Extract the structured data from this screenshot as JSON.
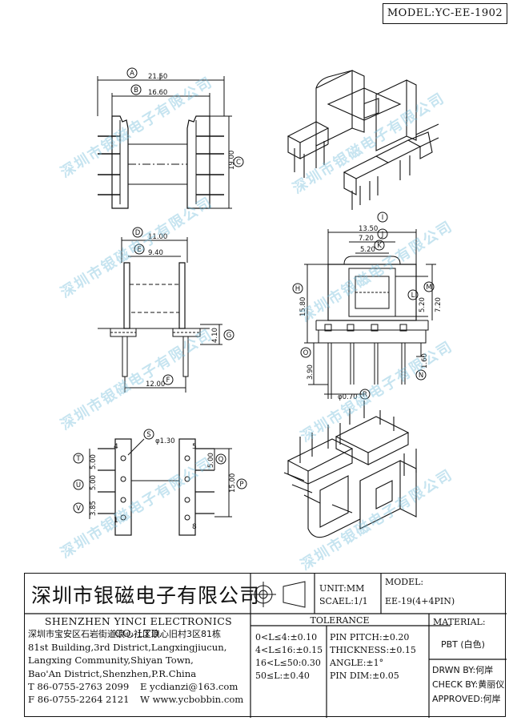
{
  "header": {
    "model_label": "MODEL:YC-EE-1902"
  },
  "watermark": {
    "text": "深圳市银磁电子有限公司"
  },
  "drawing": {
    "front_view": {
      "A": {
        "letter": "A",
        "value": "21.50"
      },
      "B": {
        "letter": "B",
        "value": "16.60"
      },
      "C": {
        "letter": "C",
        "value": "19.00"
      }
    },
    "side_view": {
      "D": {
        "letter": "D",
        "value": "11.00"
      },
      "E": {
        "letter": "E",
        "value": "9.40"
      },
      "F": {
        "letter": "F",
        "value": "12.00"
      },
      "G": {
        "letter": "G",
        "value": "4.10"
      }
    },
    "end_view": {
      "H": {
        "letter": "H",
        "value": "15.80"
      },
      "I": {
        "letter": "I",
        "value": "13.50"
      },
      "J": {
        "letter": "J",
        "value": "7.20"
      },
      "K": {
        "letter": "K",
        "value": "5.20"
      },
      "L": {
        "letter": "L",
        "value": "5.20"
      },
      "M": {
        "letter": "M",
        "value": "7.20"
      },
      "N": {
        "letter": "N",
        "value": "1.60"
      },
      "O": {
        "letter": "O",
        "value": "3.90"
      },
      "R": {
        "letter": "R",
        "value": "φ0.70"
      }
    },
    "bottom_view": {
      "S": {
        "letter": "S",
        "value": "φ1.30"
      },
      "T": {
        "letter": "T",
        "value": "5.00"
      },
      "U": {
        "letter": "U",
        "value": "5.00"
      },
      "V": {
        "letter": "V",
        "value": "3.85"
      },
      "Q": {
        "letter": "Q",
        "value": "5.00"
      },
      "P": {
        "letter": "P",
        "value": "15.00"
      },
      "pins": [
        "4",
        "1",
        "5",
        "8"
      ]
    }
  },
  "title_block": {
    "company_cn": "深圳市银磁电子有限公司",
    "company_en": "SHENZHEN YINCI ELECTRONICS CO.,LTD.",
    "address_cn": "深圳市宝安区石岩街道浪心社区浪心旧村3区81栋",
    "address_en_lines": [
      "81st Building,3rd District,Langxingjiucun,",
      "Langxing Community,Shiyan Town,",
      "Bao'An District,Shenzhen,P.R.China"
    ],
    "tel": "T 86-0755-2763 2099",
    "fax": "F 86-0755-2264 2121",
    "email": "E ycdianzi@163.com",
    "web": "W www.ycbobbin.com",
    "unit": "UNIT:MM",
    "scale": "SCAEL:1/1",
    "model_label": "MODEL:",
    "model_value": "EE-19(4+4PIN)",
    "tolerance_title": "TOLERANCE",
    "tolerance_rows": [
      [
        "0<L≤4:±0.10",
        "PIN PITCH:±0.20"
      ],
      [
        "4<L≤16:±0.15",
        "THICKNESS:±0.15"
      ],
      [
        "16<L≤50:0.30",
        "ANGLE:±1°"
      ],
      [
        "50≤L:±0.40",
        "PIN DIM:±0.05"
      ]
    ],
    "material_label": "MATERIAL:",
    "material_value": "PBT (白色)",
    "drawn_by": "DRWN BY:何岸",
    "check_by": "CHECK BY:黄丽仪",
    "approved": "APPROVED:何岸"
  }
}
